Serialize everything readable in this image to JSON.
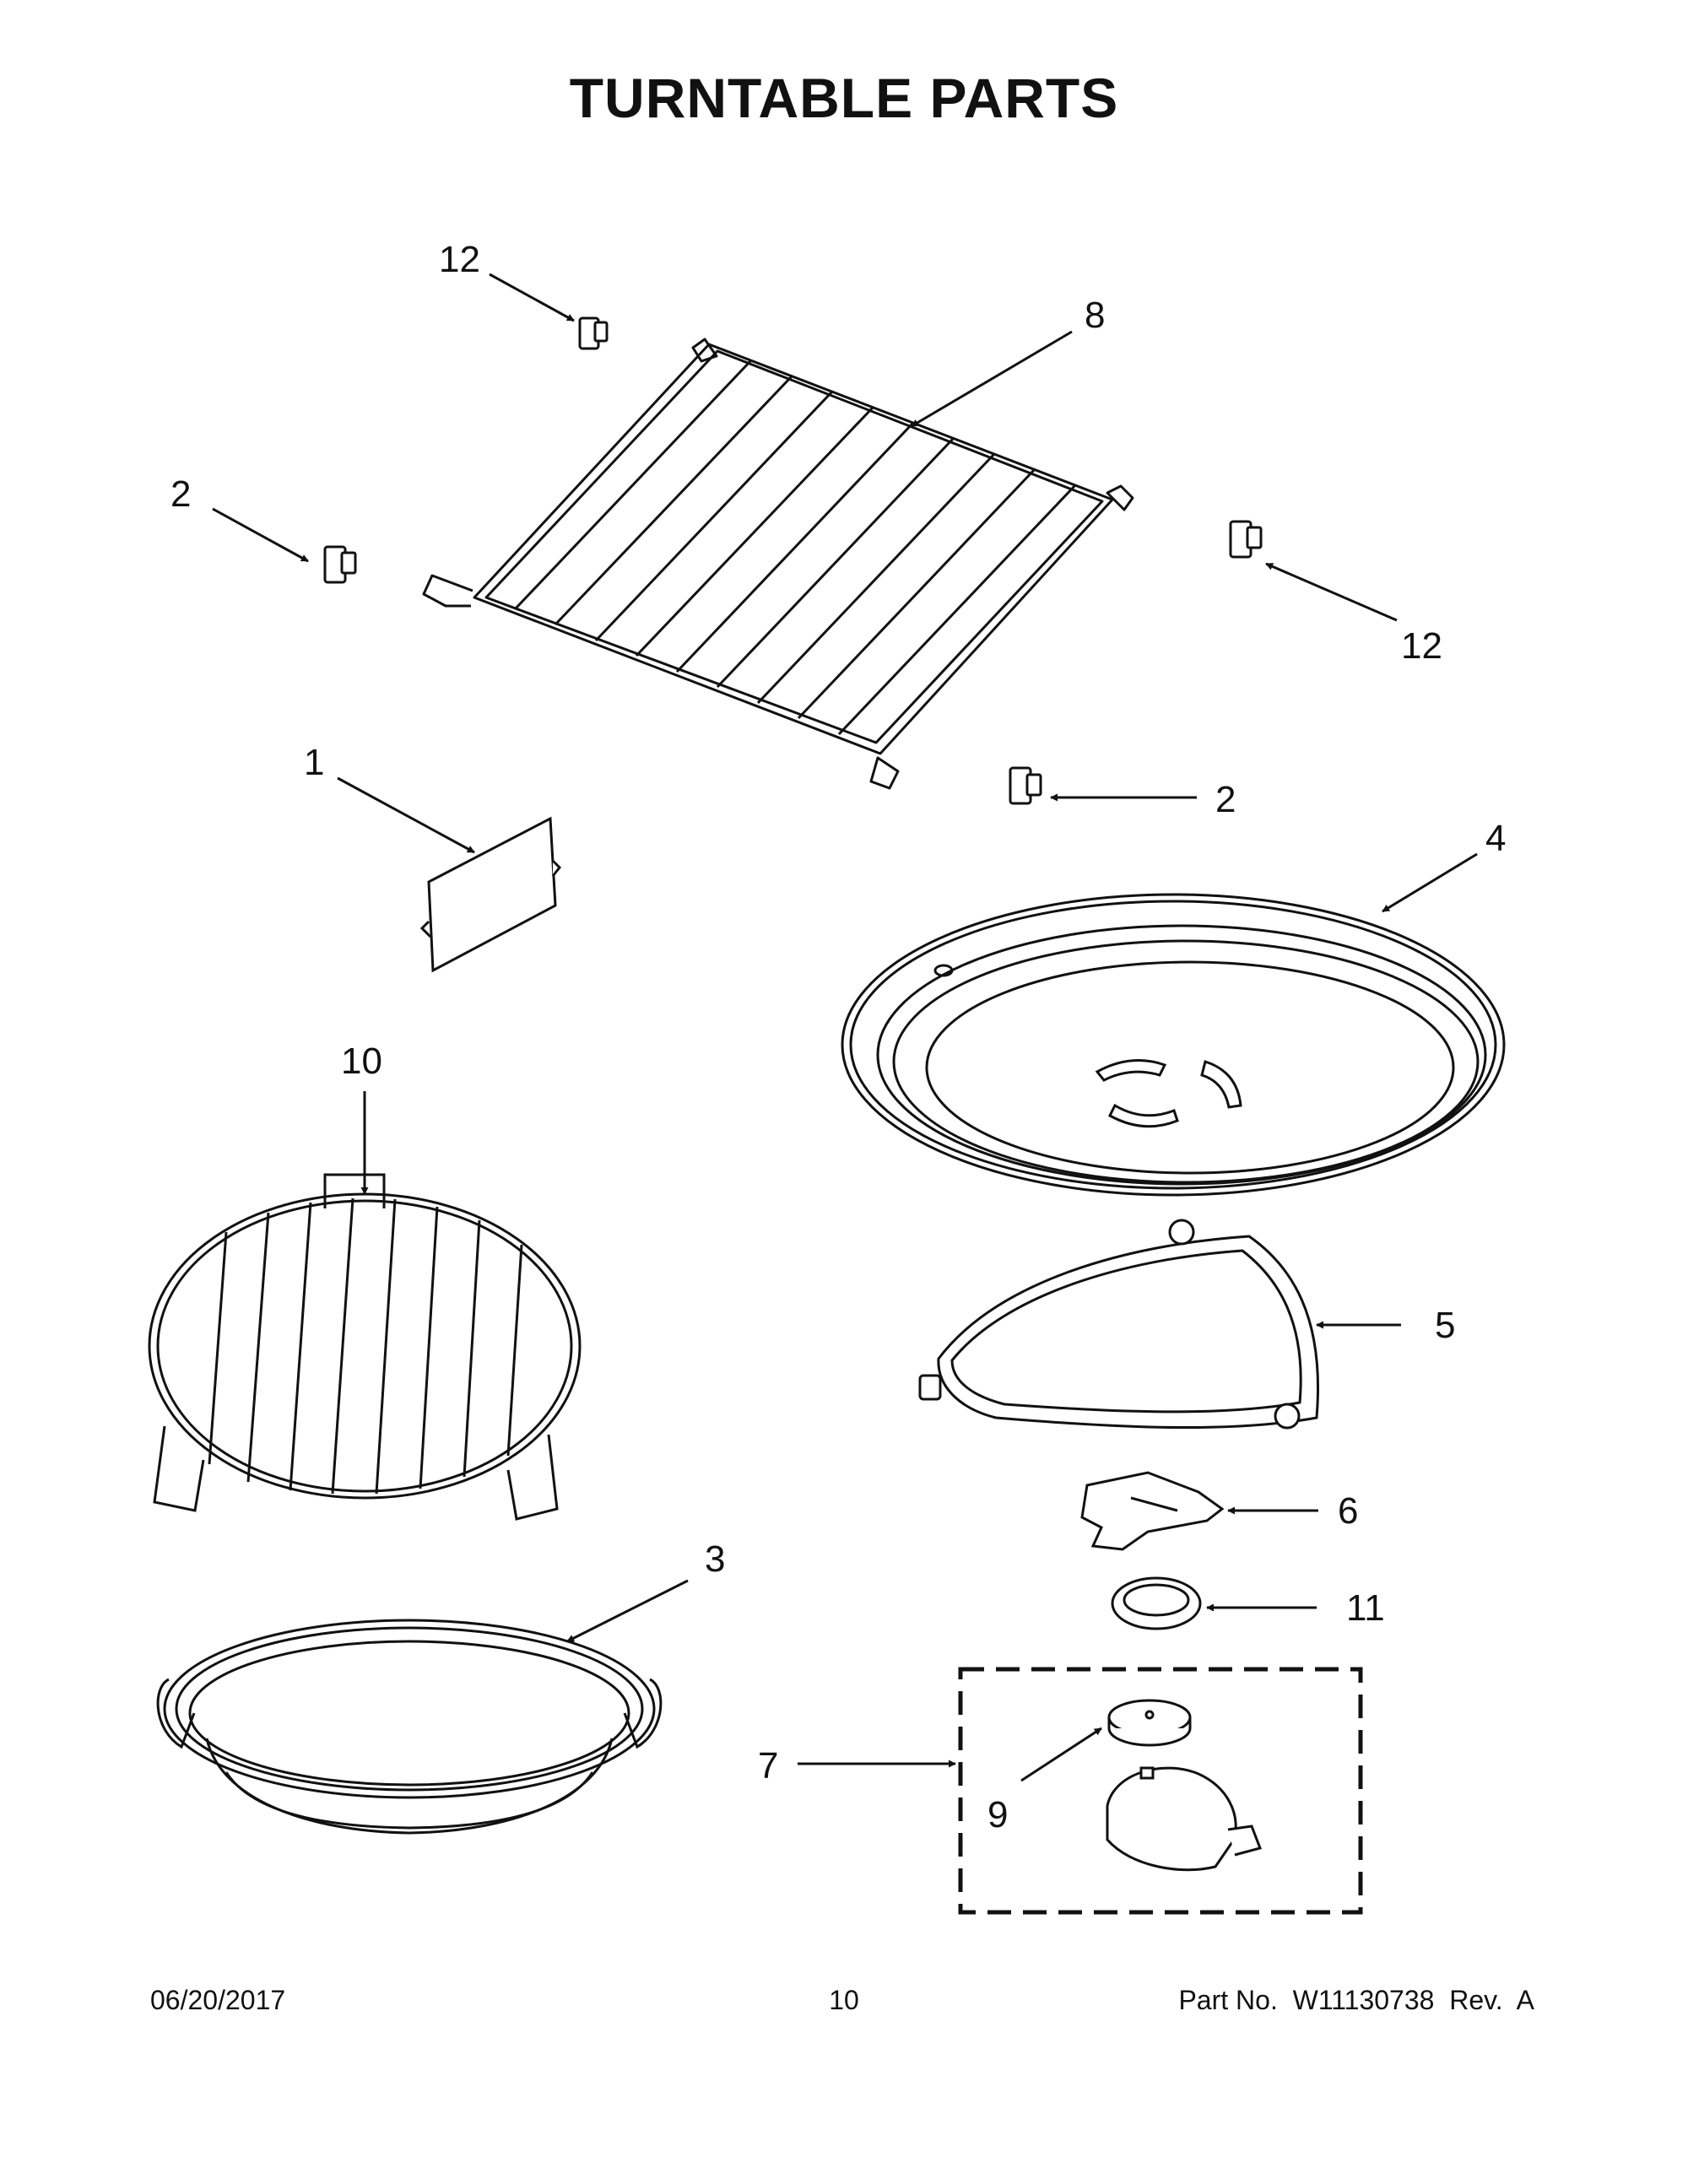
{
  "title": "TURNTABLE PARTS",
  "callouts": {
    "n1": "1",
    "n2a": "2",
    "n2b": "2",
    "n3": "3",
    "n4": "4",
    "n5": "5",
    "n6": "6",
    "n7": "7",
    "n8": "8",
    "n9": "9",
    "n10": "10",
    "n11": "11",
    "n12a": "12",
    "n12b": "12"
  },
  "footer": {
    "date": "06/20/2017",
    "page": "10",
    "part": "Part No.  W11130738  Rev.  A"
  }
}
